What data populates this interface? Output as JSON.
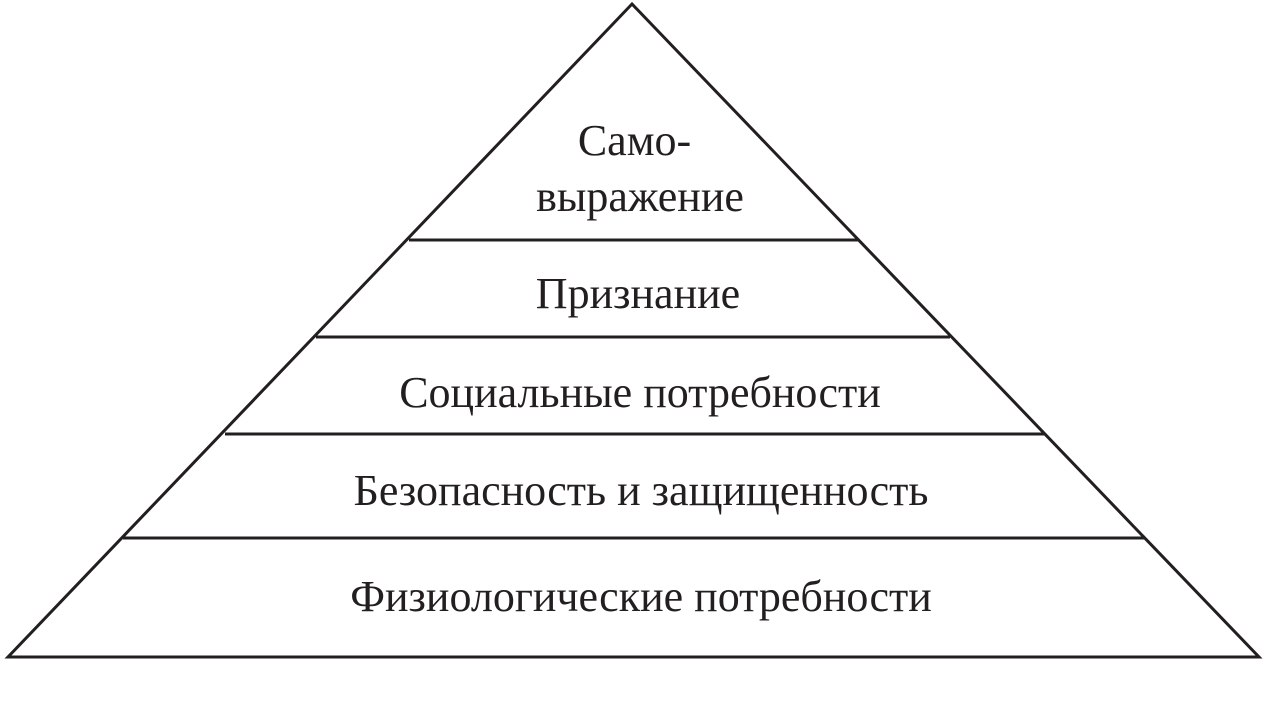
{
  "pyramid": {
    "levels": [
      {
        "lines": [
          "Само-",
          "выражение"
        ]
      },
      {
        "lines": [
          "Признание"
        ]
      },
      {
        "lines": [
          "Социальные потребности"
        ]
      },
      {
        "lines": [
          "Безопасность и защищенность"
        ]
      },
      {
        "lines": [
          "Физиологические потребности"
        ]
      }
    ],
    "colors": {
      "stroke": "#231f20",
      "text": "#231f20",
      "background": "#ffffff"
    }
  }
}
